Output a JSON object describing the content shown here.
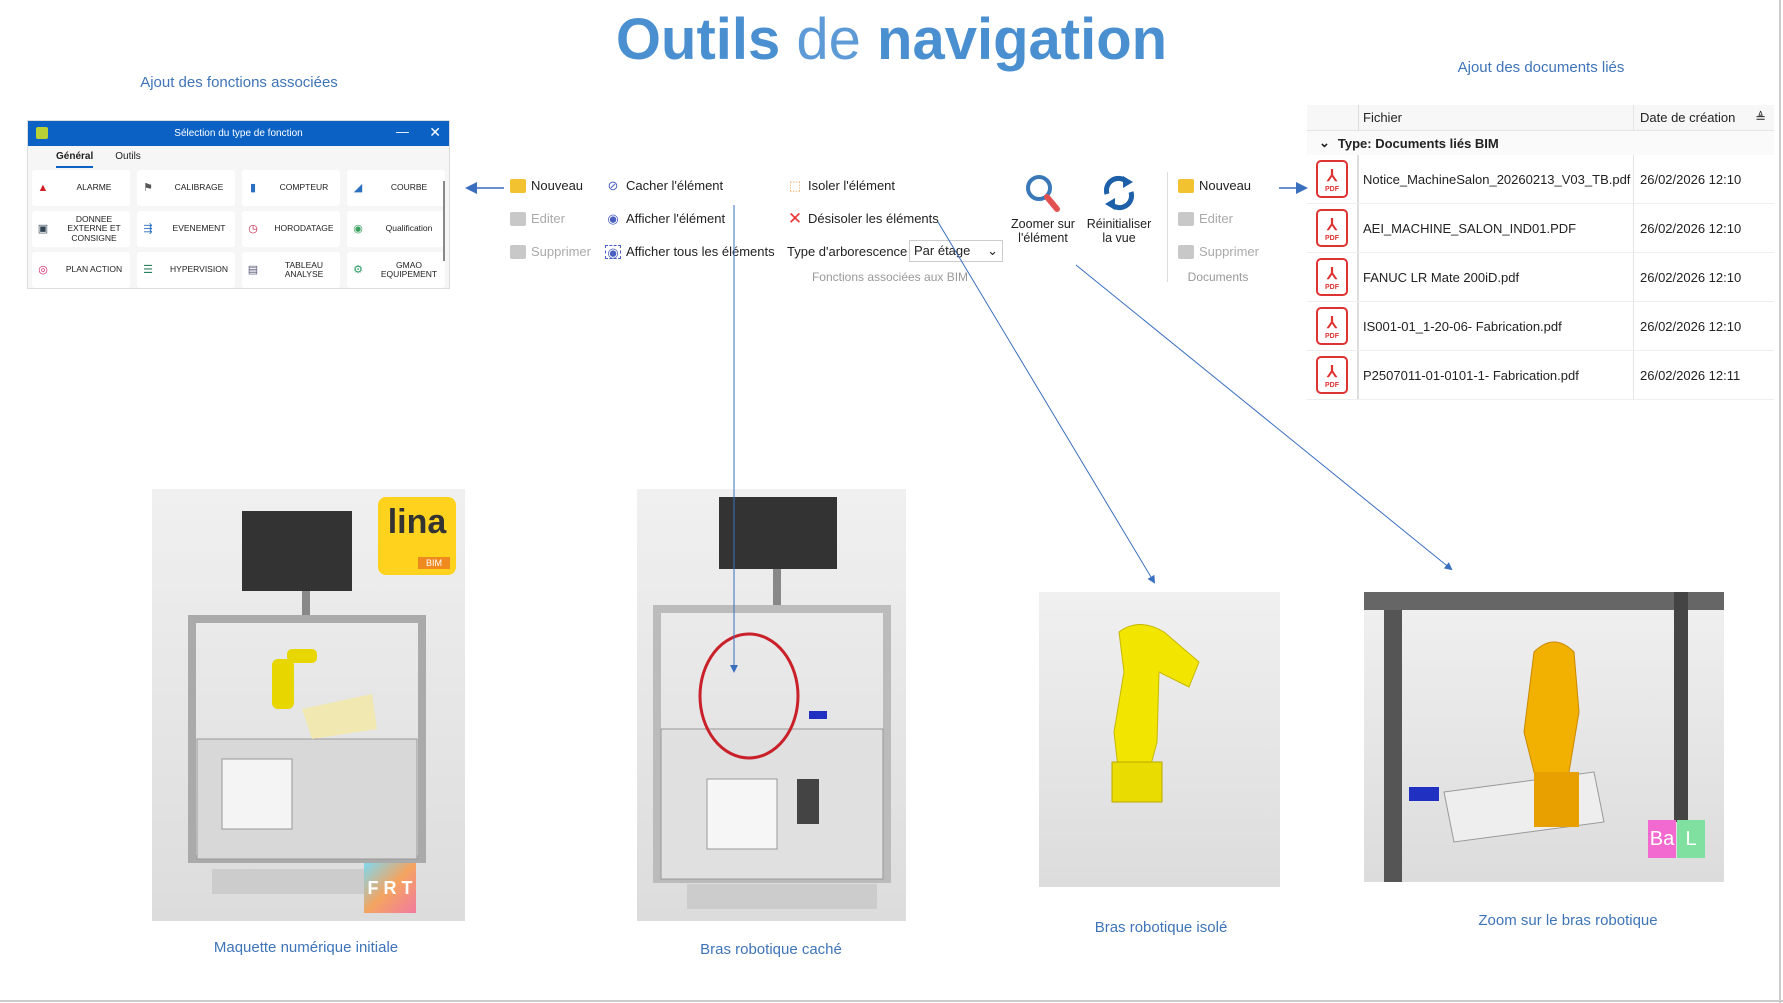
{
  "title": {
    "part1": "Outils",
    "part2": "de",
    "part3": "navigation"
  },
  "captions": {
    "functions": "Ajout des fonctions associées",
    "documents": "Ajout des documents liés",
    "img1": "Maquette numérique initiale",
    "img2": "Bras robotique caché",
    "img3": "Bras robotique isolé",
    "img4": "Zoom sur le bras robotique"
  },
  "dialog": {
    "title": "Sélection du type de fonction",
    "tabs": [
      "Général",
      "Outils"
    ],
    "buttons": [
      {
        "label": "ALARME",
        "icon": "warning-icon"
      },
      {
        "label": "CALIBRAGE",
        "icon": "flag-icon"
      },
      {
        "label": "COMPTEUR",
        "icon": "bar-chart-icon"
      },
      {
        "label": "COURBE",
        "icon": "area-chart-icon"
      },
      {
        "label": "DONNEE EXTERNE ET CONSIGNE",
        "icon": "data-icon"
      },
      {
        "label": "EVENEMENT",
        "icon": "event-icon"
      },
      {
        "label": "HORODATAGE",
        "icon": "clock-icon"
      },
      {
        "label": "Qualification",
        "icon": "qualification-icon"
      },
      {
        "label": "PLAN ACTION",
        "icon": "target-icon"
      },
      {
        "label": "HYPERVISION",
        "icon": "hypervision-icon"
      },
      {
        "label": "TABLEAU ANALYSE",
        "icon": "table-icon"
      },
      {
        "label": "GMAO EQUIPEMENT",
        "icon": "equipment-icon"
      }
    ]
  },
  "ribbon": {
    "new": "Nouveau",
    "edit": "Editer",
    "delete": "Supprimer",
    "hide": "Cacher l'élément",
    "show": "Afficher l'élément",
    "show_all": "Afficher tous les éléments",
    "isolate": "Isoler l'élément",
    "unisolate": "Désisoler les éléments",
    "tree_type_label": "Type d'arborescence",
    "tree_type_value": "Par étage",
    "zoom": "Zoomer sur l'élément",
    "reset": "Réinitialiser la vue",
    "group_bim": "Fonctions associées aux BIM",
    "doc_new": "Nouveau",
    "doc_edit": "Editer",
    "doc_delete": "Supprimer",
    "group_docs": "Documents"
  },
  "documents": {
    "headers": [
      "Fichier",
      "Date de création"
    ],
    "group": "Type: Documents liés BIM",
    "rows": [
      {
        "file": "Notice_MachineSalon_20260213_V03_TB.pdf",
        "date": "26/02/2026 12:10"
      },
      {
        "file": "AEI_MACHINE_SALON_IND01.PDF",
        "date": "26/02/2026 12:10"
      },
      {
        "file": "FANUC LR Mate 200iD.pdf",
        "date": "26/02/2026 12:10"
      },
      {
        "file": "IS001-01_1-20-06- Fabrication.pdf",
        "date": "26/02/2026 12:10"
      },
      {
        "file": "P2507011-01-0101-1- Fabrication.pdf",
        "date": "26/02/2026 12:11"
      }
    ]
  },
  "logos": {
    "lina": "lina",
    "bim": "BIM",
    "cube": "F R T",
    "ba": "Ba",
    "l": "L"
  }
}
